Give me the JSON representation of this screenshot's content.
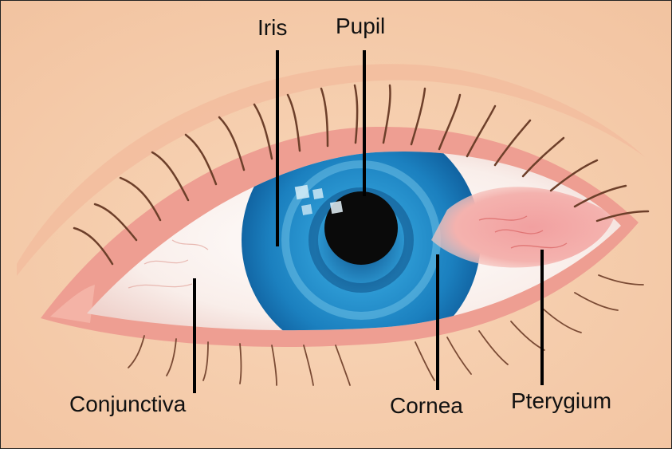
{
  "labels": {
    "iris": "Iris",
    "pupil": "Pupil",
    "conjunctiva": "Conjunctiva",
    "cornea": "Cornea",
    "pterygium": "Pterygium"
  },
  "colors": {
    "skin": "#f6cfae",
    "lid_pink": "#ee9e92",
    "sclera": "#fbf4f1",
    "iris_blue": "#1b80bf",
    "pupil": "#0a0a0a",
    "pterygium": "#f3a2a0",
    "lash": "#6d3f2a",
    "leader_line": "#000000"
  }
}
